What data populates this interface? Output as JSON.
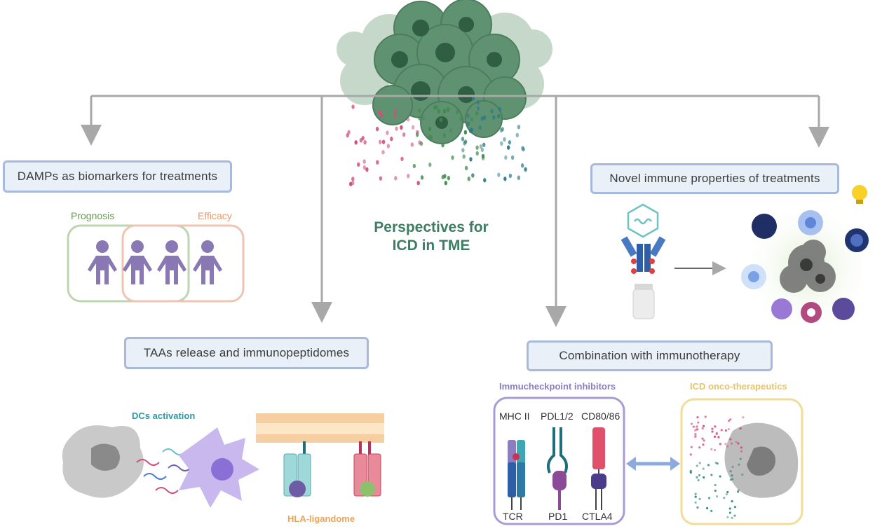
{
  "center_title": {
    "line1": "Perspectives for",
    "line2": "ICD in TME"
  },
  "boxes": {
    "damps": "DAMPs as biomarkers for treatments",
    "novel": "Novel immune properties of  treatments",
    "taas": "TAAs release and immunopeptidomes",
    "combination": "Combination with immunotherapy"
  },
  "labels": {
    "prognosis": "Prognosis",
    "efficacy": "Efficacy",
    "dcs_activation": "DCs activation",
    "hla_ligandome": "HLA-ligandome",
    "immucheckpoint": "Immucheckpoint inhibitors",
    "icd_onco": "ICD onco-therapeutics",
    "mhc2": "MHC II",
    "pdl12": "PDL1/2",
    "cd8086": "CD80/86",
    "tcr": "TCR",
    "pd1": "PD1",
    "ctla4": "CTLA4"
  },
  "colors": {
    "title_green": "#3f7c64",
    "box_border": "#a9b9dc",
    "box_fill": "#e9f0f8",
    "prognosis_green": "#6a9a5a",
    "efficacy_orange": "#e79a70",
    "dc_teal": "#2a9aa8",
    "hla_orange": "#e8a55a",
    "checkpoint_purple": "#8a7dc0",
    "onco_yellow": "#e8c468",
    "person_purple": "#8a78b5"
  }
}
